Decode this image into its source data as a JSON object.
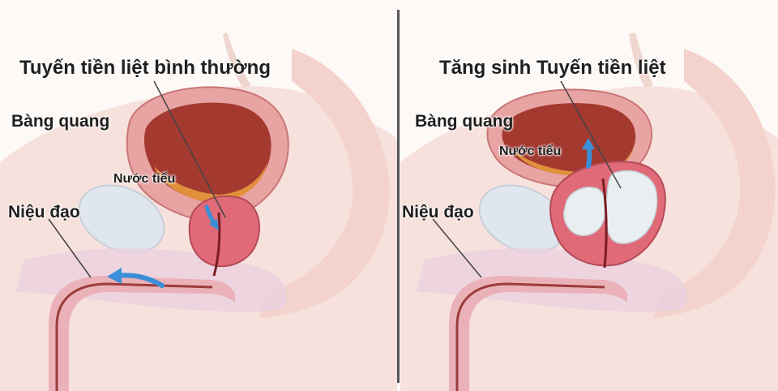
{
  "panels": [
    {
      "title": "Tuyến tiền liệt bình thường",
      "bladder_label": "Bàng quang",
      "urine_label": "Nước tiểu",
      "urethra_label": "Niệu đạo"
    },
    {
      "title": "Tăng sinh Tuyến tiền liệt",
      "bladder_label": "Bàng quang",
      "urine_label": "Nước tiểu",
      "urethra_label": "Niệu đạo"
    }
  ],
  "colors": {
    "background": "#fdf9f7",
    "skin": "#f6dcd6",
    "bladder_wall": "#e8a3a3",
    "bladder_inner": "#a3392f",
    "urine": "#e0903a",
    "prostate": "#e06a78",
    "hyperplasia_tissue": "#e9eef0",
    "pubic_bone": "#dfe6ee",
    "urine_flow_arrow": "#3a8fd8",
    "divider": "#555555"
  }
}
